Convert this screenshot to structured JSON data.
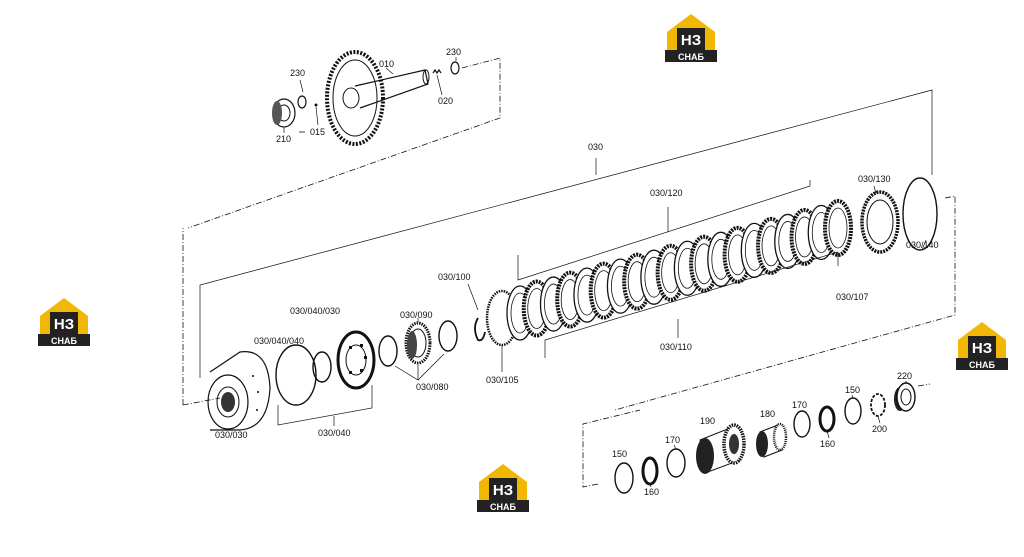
{
  "parts": [
    {
      "key": "p010",
      "label": "010"
    },
    {
      "key": "p015",
      "label": "015"
    },
    {
      "key": "p020",
      "label": "020"
    },
    {
      "key": "p210",
      "label": "210"
    },
    {
      "key": "p230a",
      "label": "230"
    },
    {
      "key": "p230b",
      "label": "230"
    },
    {
      "key": "p030",
      "label": "030"
    },
    {
      "key": "p030_030",
      "label": "030/030"
    },
    {
      "key": "p030_040",
      "label": "030/040"
    },
    {
      "key": "p030_040_030",
      "label": "030/040/030"
    },
    {
      "key": "p030_040_040",
      "label": "030/040/040"
    },
    {
      "key": "p030_080",
      "label": "030/080"
    },
    {
      "key": "p030_090",
      "label": "030/090"
    },
    {
      "key": "p030_100",
      "label": "030/100"
    },
    {
      "key": "p030_105",
      "label": "030/105"
    },
    {
      "key": "p030_107",
      "label": "030/107"
    },
    {
      "key": "p030_110",
      "label": "030/110"
    },
    {
      "key": "p030_120",
      "label": "030/120"
    },
    {
      "key": "p030_130",
      "label": "030/130"
    },
    {
      "key": "p030_140",
      "label": "030/140"
    },
    {
      "key": "p150a",
      "label": "150"
    },
    {
      "key": "p150b",
      "label": "150"
    },
    {
      "key": "p160a",
      "label": "160"
    },
    {
      "key": "p160b",
      "label": "160"
    },
    {
      "key": "p170a",
      "label": "170"
    },
    {
      "key": "p170b",
      "label": "170"
    },
    {
      "key": "p180",
      "label": "180"
    },
    {
      "key": "p190",
      "label": "190"
    },
    {
      "key": "p200",
      "label": "200"
    },
    {
      "key": "p220",
      "label": "220"
    }
  ],
  "watermark": {
    "top_text": "НЗ",
    "bottom_text": "СНАБ",
    "colors": {
      "gold": "#f2b705",
      "dark": "#222222",
      "white": "#ffffff"
    }
  }
}
